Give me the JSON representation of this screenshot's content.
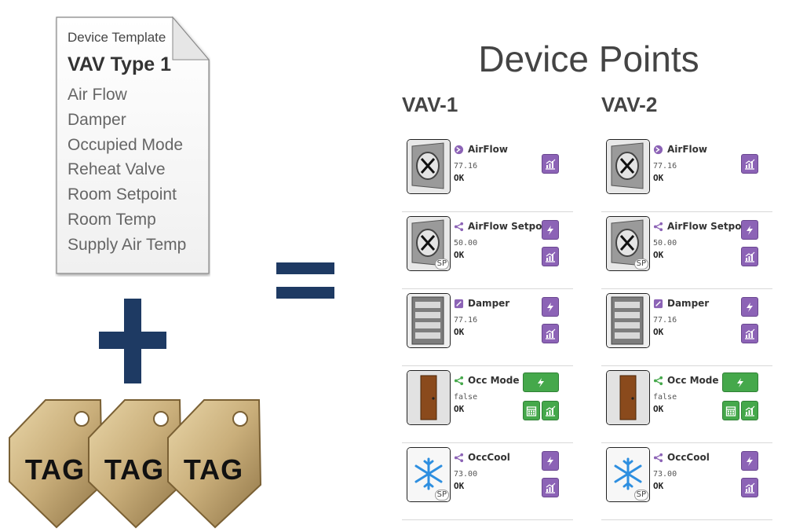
{
  "template": {
    "header": "Device Template",
    "title": "VAV Type 1",
    "points": [
      "Air Flow",
      "Damper",
      "Occupied Mode",
      "Reheat Valve",
      "Room Setpoint",
      "Room Temp",
      "Supply Air Temp"
    ]
  },
  "tags": [
    "TAG",
    "TAG",
    "TAG"
  ],
  "device_points": {
    "title": "Device Points",
    "devices": [
      {
        "name": "VAV-1",
        "points": [
          {
            "name": "AirFlow",
            "value": "77.16",
            "status": "OK",
            "icon": "airflow-sensor-icon",
            "image": "fan-icon",
            "sp": "",
            "buttons": [
              "chart-icon"
            ],
            "color": "purple"
          },
          {
            "name": "AirFlow Setpoint",
            "value": "50.00",
            "status": "OK",
            "icon": "share-icon",
            "image": "fan-icon",
            "sp": "SP",
            "buttons": [
              "lightning-icon",
              "chart-icon"
            ],
            "color": "purple"
          },
          {
            "name": "Damper",
            "value": "77.16",
            "status": "OK",
            "icon": "writable-point-icon",
            "image": "damper-icon",
            "sp": "",
            "buttons": [
              "lightning-icon",
              "chart-icon"
            ],
            "color": "purple"
          },
          {
            "name": "Occ Mode",
            "value": "false",
            "status": "OK",
            "icon": "share-icon",
            "image": "door-icon",
            "sp": "",
            "buttons": [
              "lightning-icon",
              "calendar-icon",
              "chart-icon"
            ],
            "color": "green"
          },
          {
            "name": "OccCool",
            "value": "73.00",
            "status": "OK",
            "icon": "share-icon",
            "image": "snowflake-icon",
            "sp": "SP",
            "buttons": [
              "lightning-icon",
              "chart-icon"
            ],
            "color": "purple"
          }
        ]
      },
      {
        "name": "VAV-2",
        "points": [
          {
            "name": "AirFlow",
            "value": "77.16",
            "status": "OK",
            "icon": "airflow-sensor-icon",
            "image": "fan-icon",
            "sp": "",
            "buttons": [
              "chart-icon"
            ],
            "color": "purple"
          },
          {
            "name": "AirFlow Setpoint",
            "value": "50.00",
            "status": "OK",
            "icon": "share-icon",
            "image": "fan-icon",
            "sp": "SP",
            "buttons": [
              "lightning-icon",
              "chart-icon"
            ],
            "color": "purple"
          },
          {
            "name": "Damper",
            "value": "77.16",
            "status": "OK",
            "icon": "writable-point-icon",
            "image": "damper-icon",
            "sp": "",
            "buttons": [
              "lightning-icon",
              "chart-icon"
            ],
            "color": "purple"
          },
          {
            "name": "Occ Mode",
            "value": "false",
            "status": "OK",
            "icon": "share-icon",
            "image": "door-icon",
            "sp": "",
            "buttons": [
              "lightning-icon",
              "calendar-icon",
              "chart-icon"
            ],
            "color": "green"
          },
          {
            "name": "OccCool",
            "value": "73.00",
            "status": "OK",
            "icon": "share-icon",
            "image": "snowflake-icon",
            "sp": "SP",
            "buttons": [
              "lightning-icon",
              "chart-icon"
            ],
            "color": "purple"
          }
        ]
      }
    ]
  },
  "colors": {
    "navy": "#1e3a63",
    "purple": "#8c63b6",
    "green": "#45a84b",
    "gold": "#c9ae7a"
  }
}
